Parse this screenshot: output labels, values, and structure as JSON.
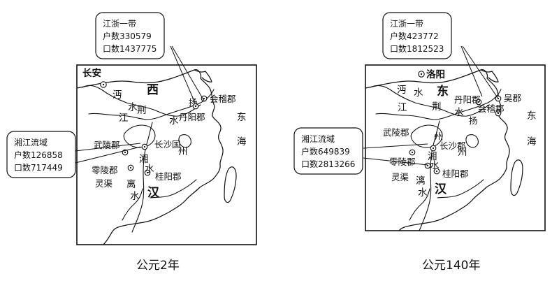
{
  "maps": [
    {
      "caption": "公元2年",
      "capital": "长安",
      "labels": {
        "west": "西",
        "han": "汉",
        "east": "东",
        "sea": "海",
        "yang": "扬",
        "zhou": "州",
        "jing": "荆",
        "shui": "水",
        "jiang": "江",
        "mian": "沔",
        "xiang": "湘",
        "li": "离"
      },
      "places": {
        "kuaiji": "会稽郡",
        "danyang": "丹阳郡",
        "wuling": "武陵郡",
        "changsha": "长沙国",
        "lingling": "零陵郡",
        "guiyang": "桂阳郡",
        "lingqu": "灵渠"
      },
      "jiangzhe": {
        "title": "江浙一带",
        "households": "户数330579",
        "population": "口数1437775"
      },
      "xiangjiang": {
        "title": "湘江流域",
        "households": "户数126858",
        "population": "口数717449"
      }
    },
    {
      "caption": "公元140年",
      "capital": "洛阳",
      "labels": {
        "east": "东",
        "han": "汉",
        "sea_east": "东",
        "sea": "海",
        "yang": "扬",
        "zhou": "州",
        "jing": "荆",
        "shui": "水",
        "jiang": "江",
        "mian": "沔",
        "xiang": "湘",
        "li": "漓"
      },
      "places": {
        "wu": "吴郡",
        "danyang": "丹阳郡",
        "kuaiji": "会稽郡",
        "wuling": "武陵郡",
        "changsha": "长沙郡",
        "lingling": "零陵郡",
        "guiyang": "桂阳郡",
        "lingqu": "灵渠"
      },
      "jiangzhe": {
        "title": "江浙一带",
        "households": "户数423772",
        "population": "口数1812523"
      },
      "xiangjiang": {
        "title": "湘江流域",
        "households": "户数649839",
        "population": "口数2813266"
      }
    }
  ]
}
